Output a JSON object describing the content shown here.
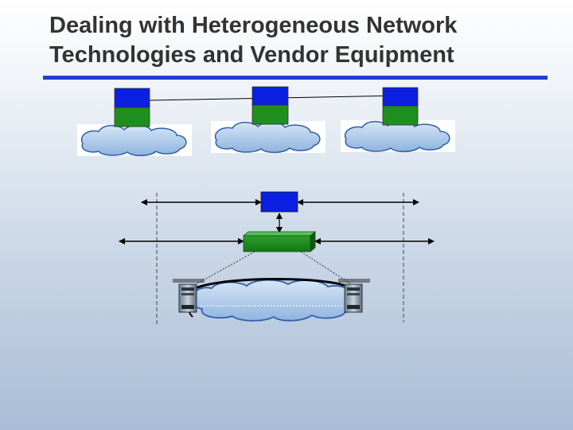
{
  "title": {
    "line1": "Dealing with Heterogeneous Network",
    "line2": "Technologies and Vendor Equipment"
  },
  "colors": {
    "title_text": "#333333",
    "title_rule": "#1f3fcf",
    "node_blue": "#0b1fe0",
    "node_green": "#1e8f1e",
    "cloud_fill": "#a9c6e6",
    "cloud_outline": "#2f5fa8",
    "line": "#000000"
  },
  "diagram": {
    "top_domains": [
      {
        "node": "blue-over-green node",
        "cloud": "cloud"
      },
      {
        "node": "blue-over-green node",
        "cloud": "cloud"
      },
      {
        "node": "blue-over-green node",
        "cloud": "cloud"
      }
    ],
    "controller": "blue box",
    "device": "green box",
    "routers": [
      "router",
      "router"
    ],
    "router_labels": [
      "",
      ""
    ]
  }
}
